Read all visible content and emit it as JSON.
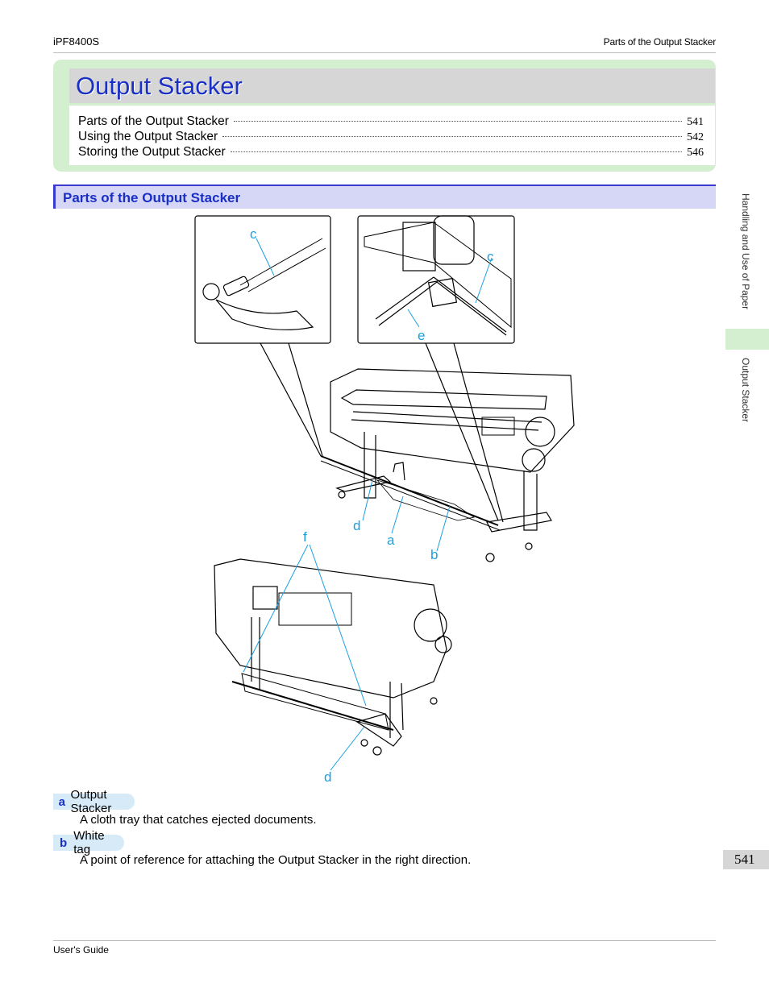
{
  "header": {
    "model": "iPF8400S",
    "section": "Parts of the Output Stacker"
  },
  "chapter": {
    "title": "Output Stacker",
    "toc": [
      {
        "label": "Parts of the Output Stacker",
        "page": "541"
      },
      {
        "label": "Using the Output Stacker",
        "page": "542"
      },
      {
        "label": "Storing the Output Stacker",
        "page": "546"
      }
    ]
  },
  "section_title": "Parts of the Output Stacker",
  "sidebar": {
    "chapter": "Handling and Use of Paper",
    "current": "Output Stacker",
    "page_number": "541"
  },
  "figure": {
    "callouts": [
      "c",
      "c",
      "e",
      "d",
      "a",
      "b",
      "f",
      "d"
    ]
  },
  "items": [
    {
      "letter": "a",
      "name": "Output Stacker",
      "description": "A cloth tray that catches ejected documents."
    },
    {
      "letter": "b",
      "name": "White tag",
      "description": "A point of reference for attaching the Output Stacker in the right direction."
    }
  ],
  "footer": {
    "label": "User's Guide"
  },
  "colors": {
    "accent_blue": "#1a2fc4",
    "callout_cyan": "#1aa0e0",
    "toc_green": "#d4efd0"
  }
}
